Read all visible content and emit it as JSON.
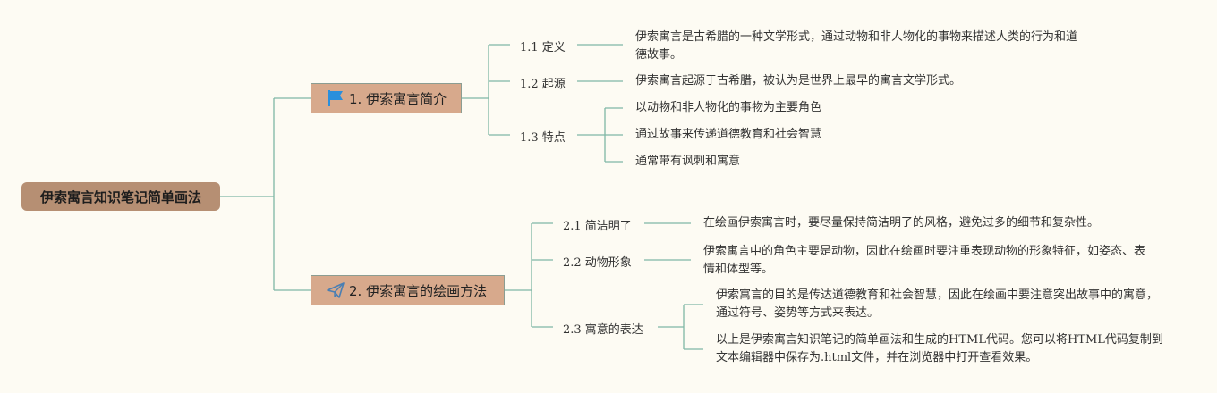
{
  "root": {
    "label": "伊索寓言知识笔记简单画法"
  },
  "branches": [
    {
      "label": "1. 伊索寓言简介",
      "icon": "flag-icon",
      "children": [
        {
          "label": "1.1 定义",
          "notes": [
            "伊索寓言是古希腊的一种文学形式，通过动物和非人物化的事物来描述人类的行为和道德故事。"
          ]
        },
        {
          "label": "1.2 起源",
          "notes": [
            "伊索寓言起源于古希腊，被认为是世界上最早的寓言文学形式。"
          ]
        },
        {
          "label": "1.3 特点",
          "notes": [
            "以动物和非人物化的事物为主要角色",
            "通过故事来传递道德教育和社会智慧",
            "通常带有讽刺和寓意"
          ]
        }
      ]
    },
    {
      "label": "2. 伊索寓言的绘画方法",
      "icon": "paper-plane-icon",
      "children": [
        {
          "label": "2.1 简洁明了",
          "notes": [
            "在绘画伊索寓言时，要尽量保持简洁明了的风格，避免过多的细节和复杂性。"
          ]
        },
        {
          "label": "2.2 动物形象",
          "notes": [
            "伊索寓言中的角色主要是动物，因此在绘画时要注重表现动物的形象特征，如姿态、表情和体型等。"
          ]
        },
        {
          "label": "2.3 寓意的表达",
          "notes": [
            "伊索寓言的目的是传达道德教育和社会智慧，因此在绘画中要注意突出故事中的寓意，通过符号、姿势等方式来表达。",
            "以上是伊索寓言知识笔记的简单画法和生成的HTML代码。您可以将HTML代码复制到文本编辑器中保存为.html文件，并在浏览器中打开查看效果。"
          ]
        }
      ]
    }
  ],
  "colors": {
    "background": "#fdfbf3",
    "root": "#b68f73",
    "branch": "#d7a98c",
    "line": "#7fb7a6",
    "flag": "#2a8fdc",
    "plane": "#4a7fb3"
  }
}
